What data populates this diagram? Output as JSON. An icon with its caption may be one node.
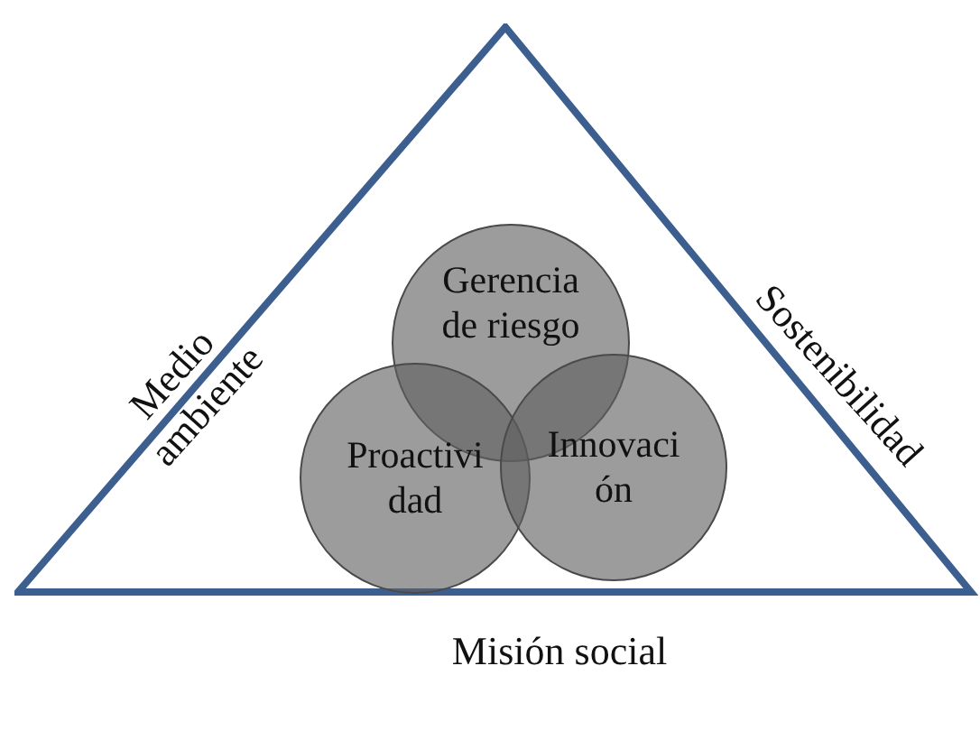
{
  "diagram": {
    "nodes": [
      {
        "text": [],
        "shape": "triangle"
      },
      {
        "text": [
          "Gerencia de riesgo"
        ],
        "in": 0
      },
      {
        "text": [
          "Proactividad"
        ],
        "in": 0
      },
      {
        "text": [
          "Innovación"
        ],
        "in": 0
      }
    ],
    "labels": [
      "Medio ambiente",
      "Sostenibilidad",
      "Misión social"
    ]
  }
}
